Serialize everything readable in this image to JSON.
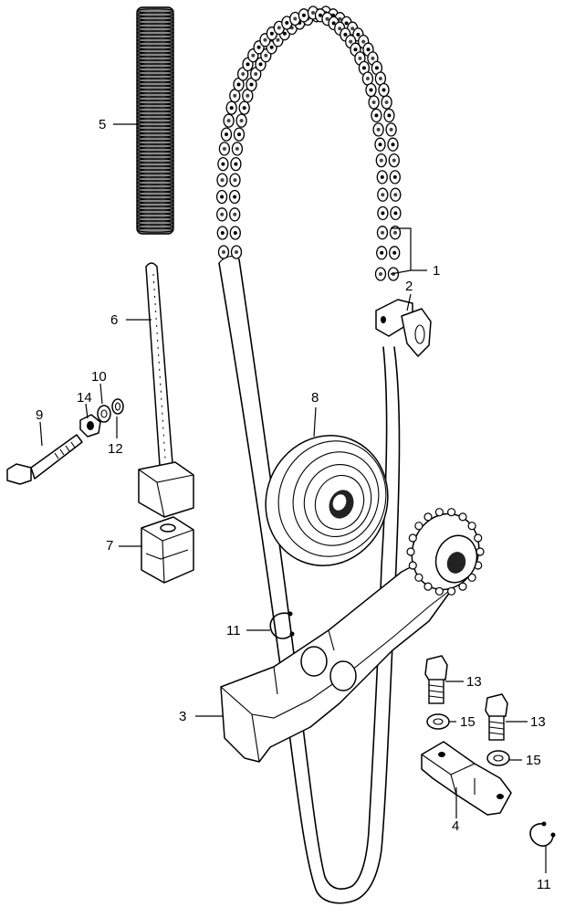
{
  "callouts": {
    "c1": "1",
    "c2": "2",
    "c3": "3",
    "c4": "4",
    "c5": "5",
    "c6": "6",
    "c7": "7",
    "c8": "8",
    "c9": "9",
    "c10": "10",
    "c11a": "11",
    "c11b": "11",
    "c12": "12",
    "c13a": "13",
    "c13b": "13",
    "c14": "14",
    "c15a": "15",
    "c15b": "15"
  },
  "colors": {
    "ink": "#000000",
    "background": "#ffffff"
  }
}
